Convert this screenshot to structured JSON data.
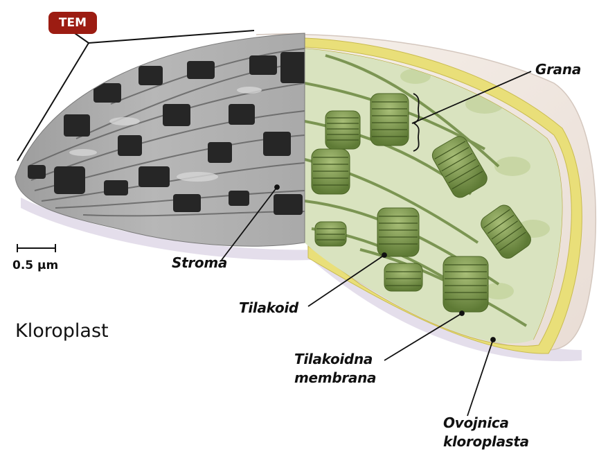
{
  "figure": {
    "badge": "TEM",
    "scale_bar": "0.5 µm",
    "title": "Kloroplast"
  },
  "labels": {
    "grana": "Grana",
    "stroma": "Stroma",
    "tilakoid": "Tilakoid",
    "tilakoidna_1": "Tilakoidna",
    "tilakoidna_2": "membrana",
    "ovojnica_1": "Ovojnica",
    "ovojnica_2": "kloroplasta"
  },
  "colors": {
    "badge": "#9c1c12",
    "tem_dark": "#2a2a2a",
    "tem_light": "#b9b9b9",
    "thylakoid_green": "#7e9a4c",
    "envelope_yellow": "#e9df79",
    "outer_shell": "#f3ece6"
  }
}
